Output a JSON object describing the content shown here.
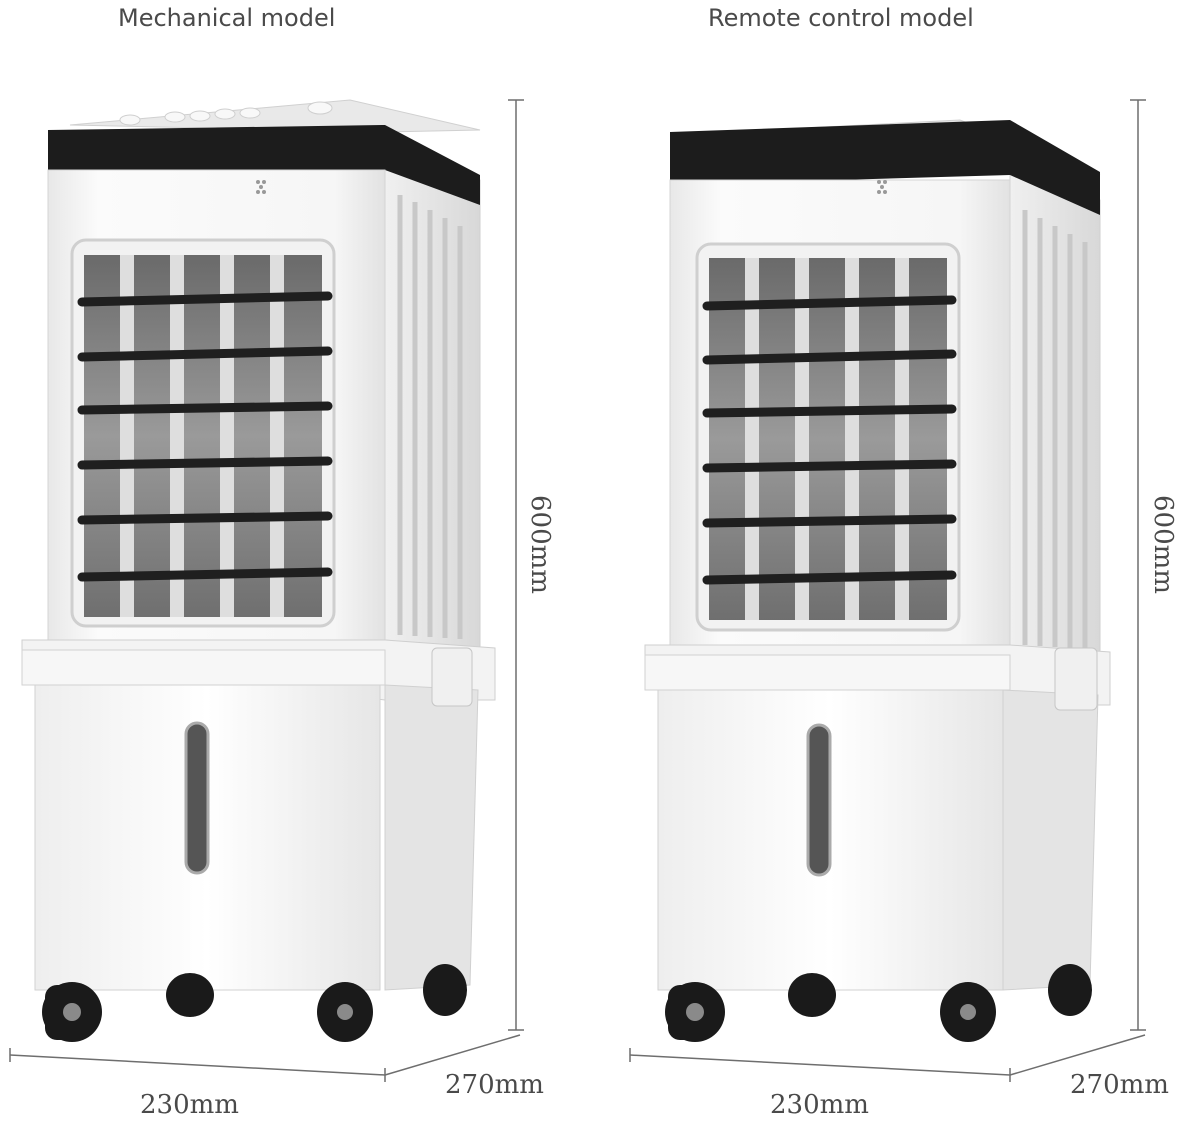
{
  "products": [
    {
      "caption": "Mechanical model",
      "height_label": "600mm",
      "width_label": "230mm",
      "depth_label": "270mm"
    },
    {
      "caption": "Remote control model",
      "height_label": "600mm",
      "width_label": "230mm",
      "depth_label": "270mm"
    }
  ],
  "colors": {
    "body": "#f4f4f4",
    "top_band": "#1c1c1c",
    "grille": "#2a2a2a",
    "dimension_lines": "#6e6e6e"
  }
}
